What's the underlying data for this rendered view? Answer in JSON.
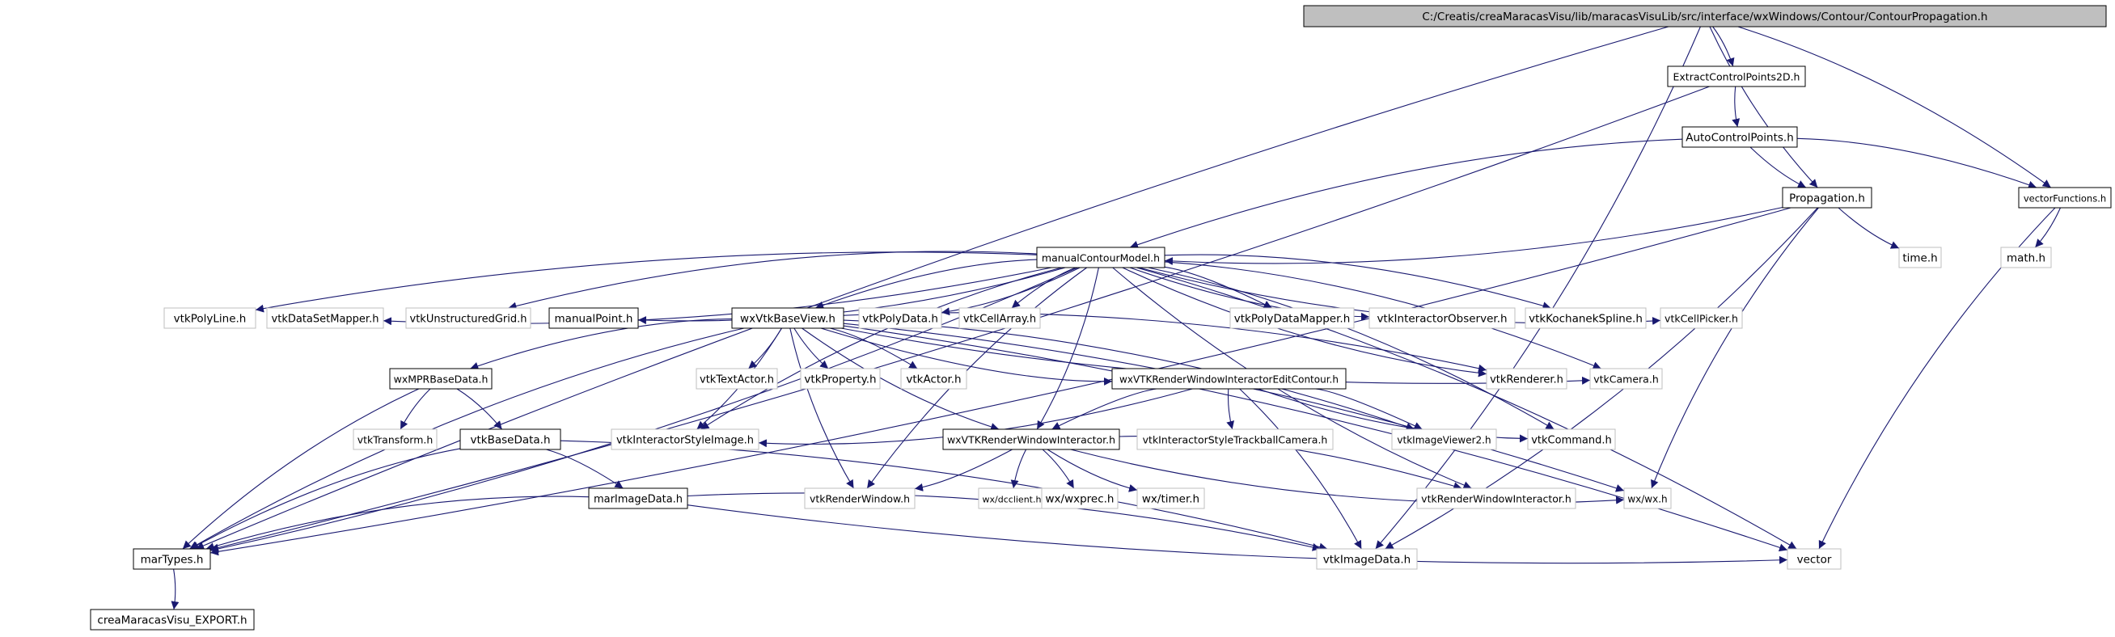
{
  "graph": {
    "root_id": "root",
    "colors": {
      "edge": "#191970",
      "root_fill": "#bfbfbf",
      "node_border": "#000000",
      "external_border": "#bfbfbf",
      "text": "#000000",
      "background": "#ffffff"
    },
    "nodes": [
      {
        "id": "root",
        "label": "C:/Creatis/creaMaracasVisu/lib/maracasVisuLib/src/interface/wxWindows/Contour/ContourPropagation.h",
        "kind": "root"
      },
      {
        "id": "ecp",
        "label": "ExtractControlPoints2D.h",
        "kind": "documented"
      },
      {
        "id": "acp",
        "label": "AutoControlPoints.h",
        "kind": "documented"
      },
      {
        "id": "prop",
        "label": "Propagation.h",
        "kind": "documented"
      },
      {
        "id": "vf",
        "label": "vectorFunctions.h",
        "kind": "documented"
      },
      {
        "id": "math",
        "label": "math.h",
        "kind": "external"
      },
      {
        "id": "time",
        "label": "time.h",
        "kind": "external"
      },
      {
        "id": "mcm",
        "label": "manualContourModel.h",
        "kind": "documented"
      },
      {
        "id": "vpl",
        "label": "vtkPolyLine.h",
        "kind": "external"
      },
      {
        "id": "vdsm",
        "label": "vtkDataSetMapper.h",
        "kind": "external"
      },
      {
        "id": "vug",
        "label": "vtkUnstructuredGrid.h",
        "kind": "external"
      },
      {
        "id": "mp",
        "label": "manualPoint.h",
        "kind": "documented"
      },
      {
        "id": "wxvbv",
        "label": "wxVtkBaseView.h",
        "kind": "documented"
      },
      {
        "id": "vpd",
        "label": "vtkPolyData.h",
        "kind": "external"
      },
      {
        "id": "vca",
        "label": "vtkCellArray.h",
        "kind": "external"
      },
      {
        "id": "vpdm",
        "label": "vtkPolyDataMapper.h",
        "kind": "external"
      },
      {
        "id": "vio",
        "label": "vtkInteractorObserver.h",
        "kind": "external"
      },
      {
        "id": "vks",
        "label": "vtkKochanekSpline.h",
        "kind": "external"
      },
      {
        "id": "vcp",
        "label": "vtkCellPicker.h",
        "kind": "external"
      },
      {
        "id": "wxmpr",
        "label": "wxMPRBaseData.h",
        "kind": "documented"
      },
      {
        "id": "vta",
        "label": "vtkTextActor.h",
        "kind": "external"
      },
      {
        "id": "vprop",
        "label": "vtkProperty.h",
        "kind": "external"
      },
      {
        "id": "vact",
        "label": "vtkActor.h",
        "kind": "external"
      },
      {
        "id": "wxvtkec",
        "label": "wxVTKRenderWindowInteractorEditContour.h",
        "kind": "documented"
      },
      {
        "id": "vren",
        "label": "vtkRenderer.h",
        "kind": "external"
      },
      {
        "id": "vcam",
        "label": "vtkCamera.h",
        "kind": "external"
      },
      {
        "id": "vtr",
        "label": "vtkTransform.h",
        "kind": "external"
      },
      {
        "id": "vbd",
        "label": "vtkBaseData.h",
        "kind": "documented"
      },
      {
        "id": "visi",
        "label": "vtkInteractorStyleImage.h",
        "kind": "external"
      },
      {
        "id": "wxvrwi",
        "label": "wxVTKRenderWindowInteractor.h",
        "kind": "documented"
      },
      {
        "id": "vistc",
        "label": "vtkInteractorStyleTrackballCamera.h",
        "kind": "external"
      },
      {
        "id": "viv2",
        "label": "vtkImageViewer2.h",
        "kind": "external"
      },
      {
        "id": "vcmd",
        "label": "vtkCommand.h",
        "kind": "external"
      },
      {
        "id": "mid",
        "label": "marImageData.h",
        "kind": "documented"
      },
      {
        "id": "vrw",
        "label": "vtkRenderWindow.h",
        "kind": "external"
      },
      {
        "id": "wxdc",
        "label": "wx/dcclient.h",
        "kind": "external"
      },
      {
        "id": "wxprec",
        "label": "wx/wxprec.h",
        "kind": "external"
      },
      {
        "id": "wxtimer",
        "label": "wx/timer.h",
        "kind": "external"
      },
      {
        "id": "vrwi",
        "label": "vtkRenderWindowInteractor.h",
        "kind": "external"
      },
      {
        "id": "wxwx",
        "label": "wx/wx.h",
        "kind": "external"
      },
      {
        "id": "mt",
        "label": "marTypes.h",
        "kind": "documented"
      },
      {
        "id": "vid",
        "label": "vtkImageData.h",
        "kind": "external"
      },
      {
        "id": "vec",
        "label": "vector",
        "kind": "external"
      },
      {
        "id": "cmve",
        "label": "creaMaracasVisu_EXPORT.h",
        "kind": "documented"
      }
    ],
    "edges": [
      [
        "root",
        "ecp"
      ],
      [
        "root",
        "prop"
      ],
      [
        "root",
        "vf"
      ],
      [
        "root",
        "mt"
      ],
      [
        "root",
        "vid"
      ],
      [
        "ecp",
        "acp"
      ],
      [
        "ecp",
        "mt"
      ],
      [
        "acp",
        "prop"
      ],
      [
        "acp",
        "vf"
      ],
      [
        "acp",
        "mcm"
      ],
      [
        "vf",
        "math"
      ],
      [
        "vf",
        "vec"
      ],
      [
        "prop",
        "mcm"
      ],
      [
        "prop",
        "time"
      ],
      [
        "prop",
        "mt"
      ],
      [
        "prop",
        "wxwx"
      ],
      [
        "prop",
        "vid"
      ],
      [
        "mcm",
        "vpl"
      ],
      [
        "mcm",
        "vdsm"
      ],
      [
        "mcm",
        "vug"
      ],
      [
        "mcm",
        "mp"
      ],
      [
        "mcm",
        "wxvbv"
      ],
      [
        "mcm",
        "vpd"
      ],
      [
        "mcm",
        "vca"
      ],
      [
        "mcm",
        "vpdm"
      ],
      [
        "mcm",
        "vio"
      ],
      [
        "mcm",
        "vks"
      ],
      [
        "mcm",
        "vcp"
      ],
      [
        "mcm",
        "mt"
      ],
      [
        "mcm",
        "visi"
      ],
      [
        "mcm",
        "wxvrwi"
      ],
      [
        "mcm",
        "vren"
      ],
      [
        "mcm",
        "vcam"
      ],
      [
        "mcm",
        "vrw"
      ],
      [
        "mcm",
        "vcmd"
      ],
      [
        "mcm",
        "vrwi"
      ],
      [
        "mcm",
        "vec"
      ],
      [
        "wxvbv",
        "wxmpr"
      ],
      [
        "wxvbv",
        "vta"
      ],
      [
        "wxvbv",
        "vprop"
      ],
      [
        "wxvbv",
        "vact"
      ],
      [
        "wxvbv",
        "wxvtkec"
      ],
      [
        "wxvbv",
        "vren"
      ],
      [
        "wxvbv",
        "vcam"
      ],
      [
        "wxvbv",
        "visi"
      ],
      [
        "wxvbv",
        "wxvrwi"
      ],
      [
        "wxvbv",
        "viv2"
      ],
      [
        "wxvbv",
        "vrw"
      ],
      [
        "wxvbv",
        "wxwx"
      ],
      [
        "wxvbv",
        "mt"
      ],
      [
        "wxvbv",
        "vec"
      ],
      [
        "wxmpr",
        "vtr"
      ],
      [
        "wxmpr",
        "vbd"
      ],
      [
        "wxmpr",
        "mt"
      ],
      [
        "vbd",
        "mid"
      ],
      [
        "vbd",
        "mt"
      ],
      [
        "vbd",
        "vid"
      ],
      [
        "mid",
        "mt"
      ],
      [
        "mid",
        "vid"
      ],
      [
        "mid",
        "vec"
      ],
      [
        "wxvtkec",
        "visi"
      ],
      [
        "wxvtkec",
        "vistc"
      ],
      [
        "wxvtkec",
        "viv2"
      ],
      [
        "wxvtkec",
        "vcmd"
      ],
      [
        "wxvtkec",
        "vid"
      ],
      [
        "wxvtkec",
        "wxvrwi"
      ],
      [
        "wxvrwi",
        "vrw"
      ],
      [
        "wxvrwi",
        "wxdc"
      ],
      [
        "wxvrwi",
        "wxprec"
      ],
      [
        "wxvrwi",
        "wxtimer"
      ],
      [
        "wxvrwi",
        "vrwi"
      ],
      [
        "wxvrwi",
        "wxwx"
      ],
      [
        "mt",
        "cmve"
      ]
    ]
  }
}
